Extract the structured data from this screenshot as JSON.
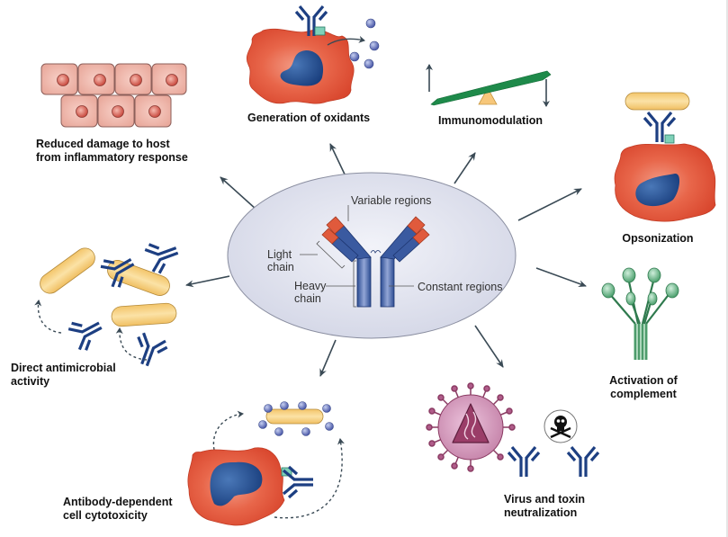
{
  "center": {
    "title": "Antibody structure",
    "parts": {
      "variable": "Variable regions",
      "light": "Light\nchain",
      "heavy": "Heavy\nchain",
      "constant": "Constant regions"
    }
  },
  "functions": [
    {
      "id": "reduced-damage",
      "label": "Reduced damage to host\nfrom inflammatory response"
    },
    {
      "id": "oxidants",
      "label": "Generation of oxidants"
    },
    {
      "id": "immunomodulation",
      "label": "Immunomodulation"
    },
    {
      "id": "opsonization",
      "label": "Opsonization"
    },
    {
      "id": "complement",
      "label": "Activation of\ncomplement"
    },
    {
      "id": "neutralization",
      "label": "Virus and toxin\nneutralization"
    },
    {
      "id": "adcc",
      "label": "Antibody-dependent\ncell cytotoxicity"
    },
    {
      "id": "antimicrobial",
      "label": "Direct antimicrobial\nactivity"
    }
  ],
  "colors": {
    "antibody": "#1d3f82",
    "variable": "#e05a3c",
    "cell": "#e55a3f",
    "nucleus": "#1f4d90",
    "bacterium": "#f5c76e",
    "ellipse": "#dfe2ee",
    "arrow": "#3a4a55",
    "complement": "#4aa06a",
    "virus": "#b05c8a",
    "seesaw": "#1e8a4a"
  }
}
